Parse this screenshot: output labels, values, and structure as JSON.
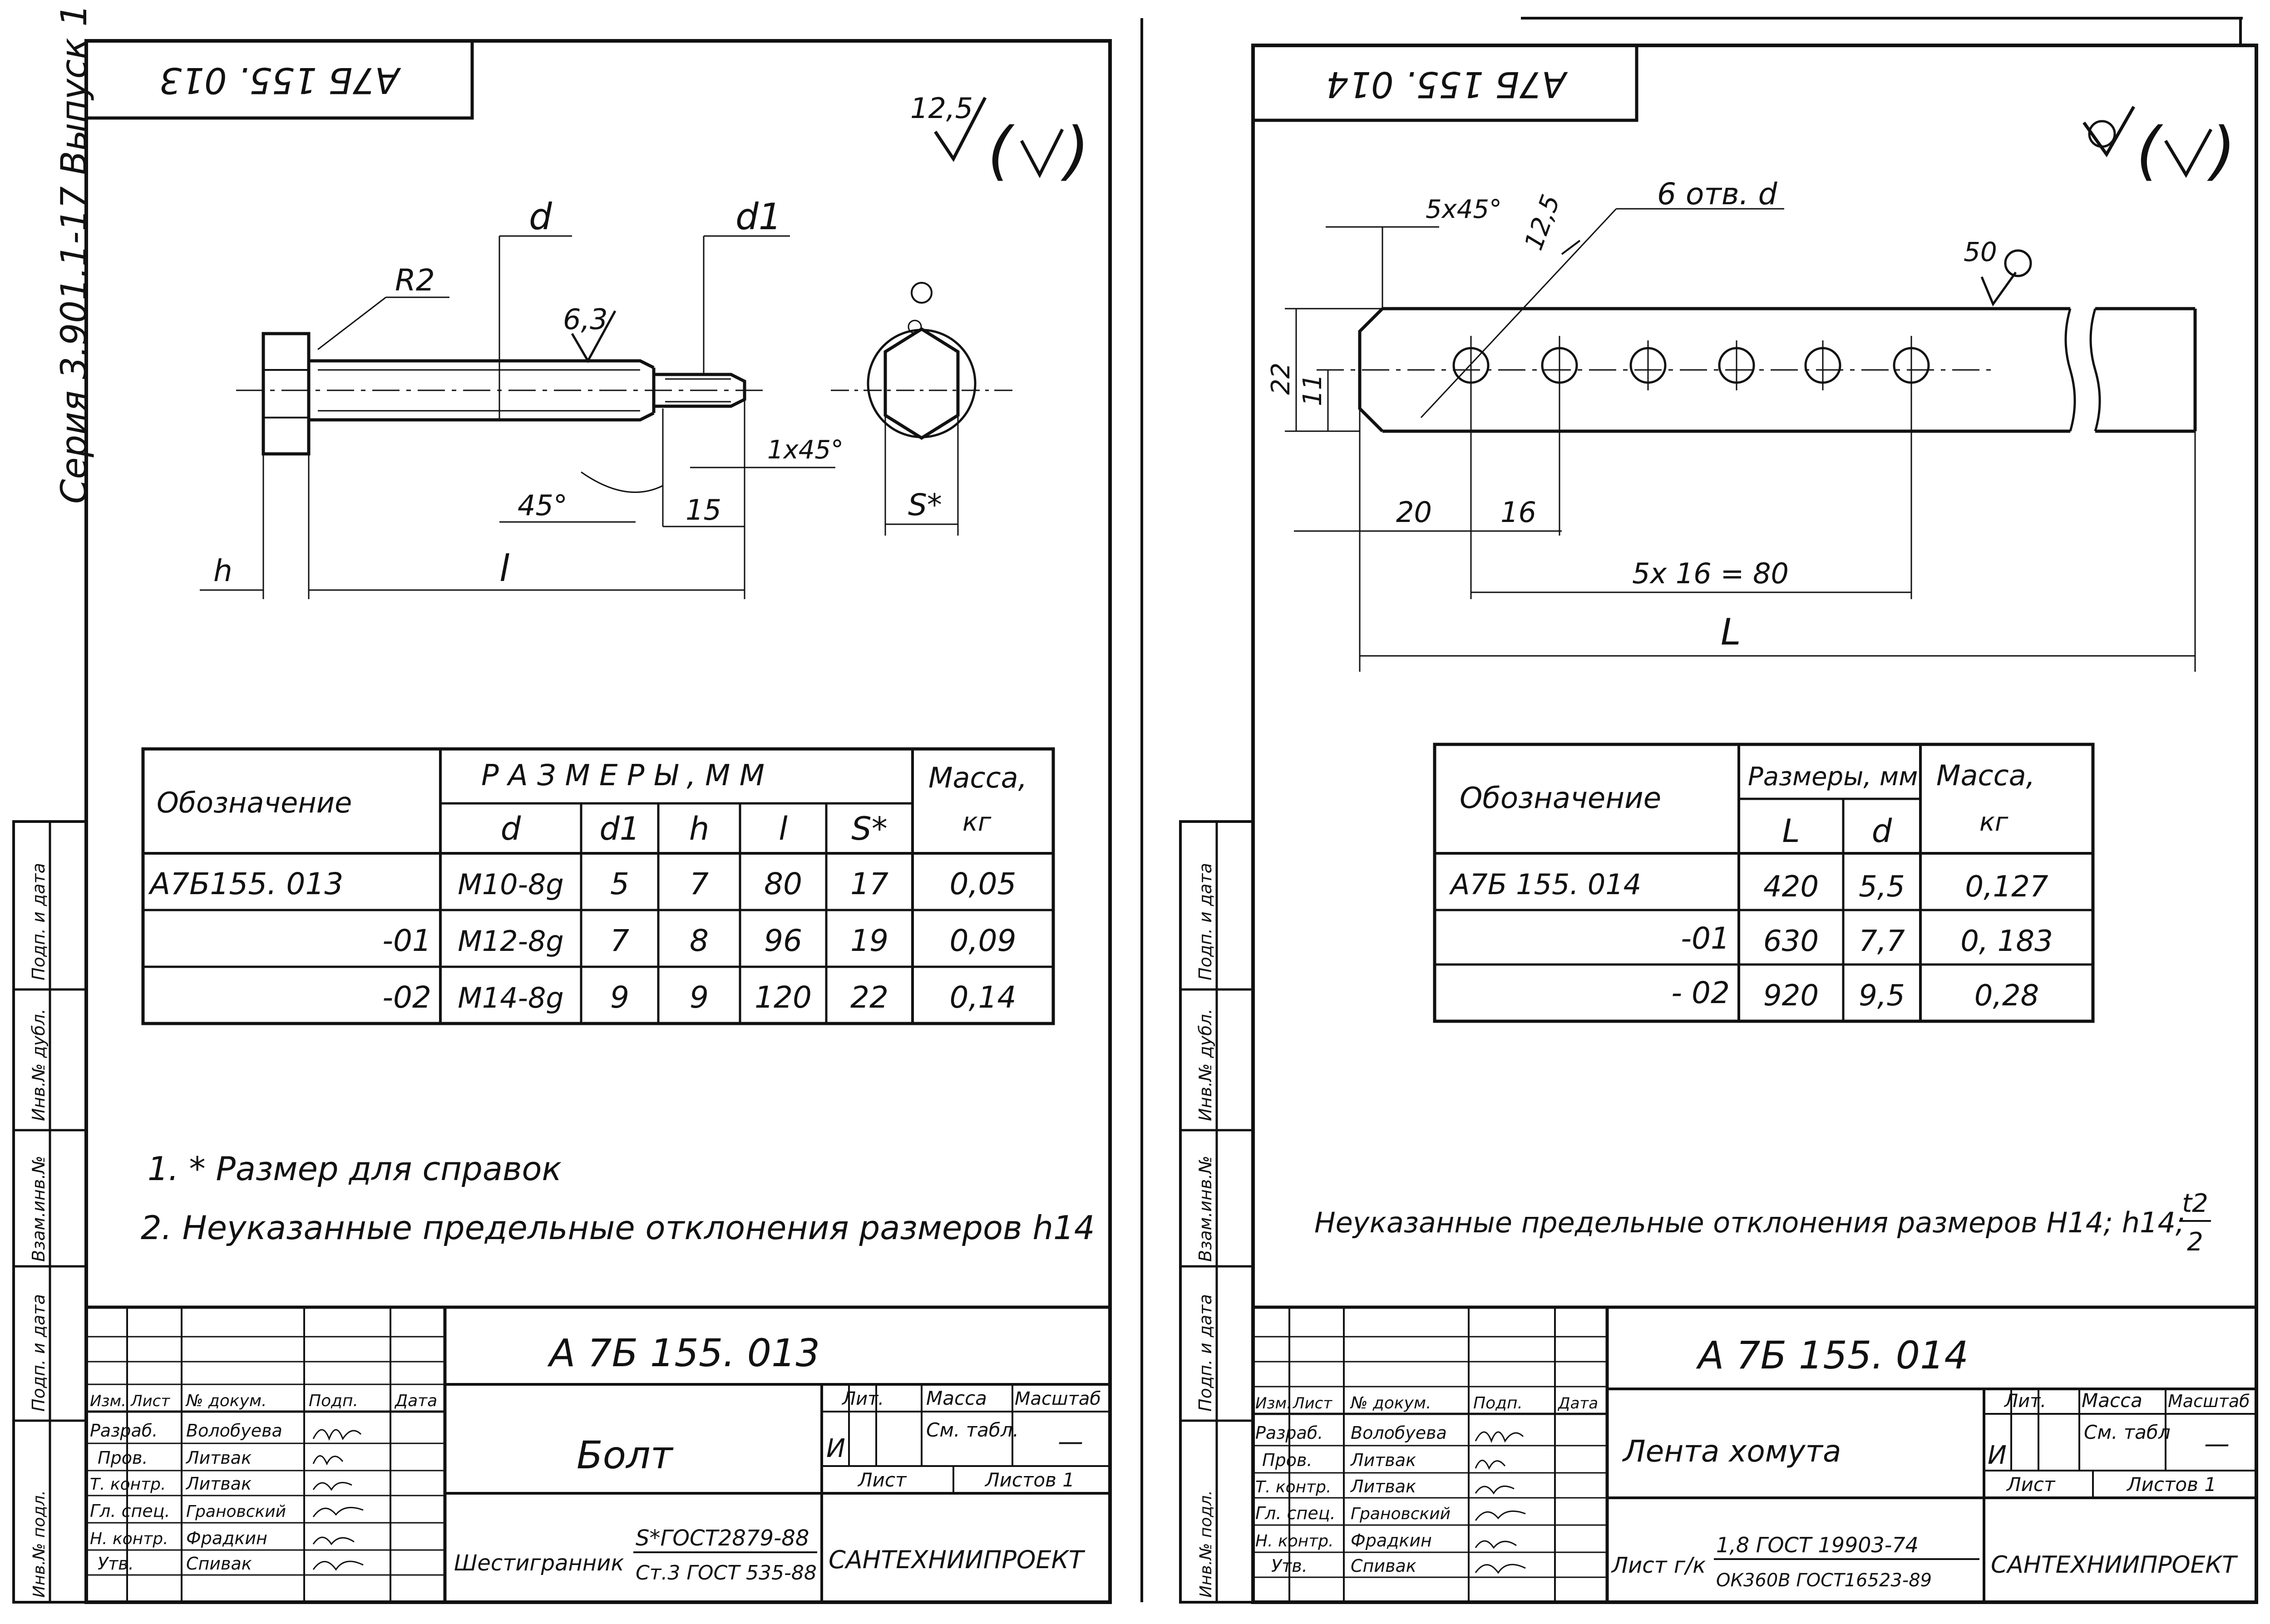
{
  "series_label": "Серия 3.901.1-17  Выпуск 1",
  "side_stamp": [
    "Взам.инв.№",
    "Инв.№ дубл.",
    "Подп. и дата",
    "Подп. и дата",
    "Инв.№ подл."
  ],
  "left": {
    "top_code": "А7Б 155. 013",
    "roughness_general": "12,5",
    "dims": {
      "d": "d",
      "d1": "d1",
      "R2": "R2",
      "r63": "6,3",
      "chamfer": "1x45°",
      "angle": "45°",
      "len15": "15",
      "h": "h",
      "l": "l",
      "S": "S*"
    },
    "table": {
      "h_name": "Обозначение",
      "h_sizes": "Р А З М Е Р Ы ,  М М",
      "h_mass": "Масса,",
      "h_mass_unit": "кг",
      "sub": [
        "d",
        "d1",
        "h",
        "l",
        "S*"
      ],
      "rows": [
        [
          "А7Б155. 013",
          "M10-8g",
          "5",
          "7",
          "80",
          "17",
          "0,05"
        ],
        [
          "-01",
          "M12-8g",
          "7",
          "8",
          "96",
          "19",
          "0,09"
        ],
        [
          "-02",
          "M14-8g",
          "9",
          "9",
          "120",
          "22",
          "0,14"
        ]
      ]
    },
    "notes": [
      "1.  * Размер для   справок",
      "2.  Неуказанные  предельные отклонения  размеров h14"
    ],
    "title": {
      "code": "А 7Б  155. 013",
      "name": "Болт",
      "lit_h": "Лит.",
      "mass_h": "Масса",
      "scale_h": "Масштаб",
      "lit": "И",
      "mass": "См. табл.",
      "scale": "—",
      "sheet": "Лист",
      "sheets": "Листов 1",
      "material_label": "Шестигранник",
      "material_top": "S*ГОСТ2879-88",
      "material_bottom": "Ст.3 ГОСТ 535-88",
      "org": "САНТЕХНИИПРОЕКТ",
      "cols": [
        "Изм.",
        "Лист",
        "№ докум.",
        "Подп.",
        "Дата"
      ],
      "people": [
        [
          "Разраб.",
          "Волобуева"
        ],
        [
          "Пров.",
          "Литвак"
        ],
        [
          "Т. контр.",
          "Литвак"
        ],
        [
          "Гл. спец.",
          "Грановский"
        ],
        [
          "Н. контр.",
          "Фрадкин"
        ],
        [
          "Утв.",
          "Спивак"
        ]
      ]
    }
  },
  "right": {
    "top_code": "А7Б 155. 014",
    "dims": {
      "chamfer": "5x45°",
      "r125": "12,5",
      "holes": "6 отв. d",
      "r50": "50",
      "h22": "22",
      "h11": "11",
      "a20": "20",
      "a16": "16",
      "pitch": "5x 16 = 80",
      "L": "L"
    },
    "table": {
      "h_name": "Обозначение",
      "h_sizes": "Размеры, мм",
      "h_mass": "Масса,",
      "h_mass_unit": "кг",
      "sub": [
        "L",
        "d"
      ],
      "rows": [
        [
          "А7Б 155. 014",
          "420",
          "5,5",
          "0,127"
        ],
        [
          "-01",
          "630",
          "7,7",
          "0, 183"
        ],
        [
          "- 02",
          "920",
          "9,5",
          "0,28"
        ]
      ]
    },
    "note": "Неуказанные  предельные  отклонения  размеров Н14; h14;",
    "note_frac_top": "t2",
    "note_frac_bottom": "2",
    "title": {
      "code": "А 7Б  155. 014",
      "name": "Лента  хомута",
      "lit_h": "Лит.",
      "mass_h": "Масса",
      "scale_h": "Масштаб",
      "lit": "И",
      "mass": "См. табл",
      "scale": "—",
      "sheet": "Лист",
      "sheets": "Листов 1",
      "material_label": "Лист г/к",
      "material_top": "1,8 ГОСТ 19903-74",
      "material_bottom": "ОК360В ГОСТ16523-89",
      "org": "САНТЕХНИИПРОЕКТ",
      "cols": [
        "Изм.",
        "Лист",
        "№ докум.",
        "Подп.",
        "Дата"
      ],
      "people": [
        [
          "Разраб.",
          "Волобуева"
        ],
        [
          "Пров.",
          "Литвак"
        ],
        [
          "Т. контр.",
          "Литвак"
        ],
        [
          "Гл. спец.",
          "Грановский"
        ],
        [
          "Н. контр.",
          "Фрадкин"
        ],
        [
          "Утв.",
          "Спивак"
        ]
      ]
    }
  }
}
